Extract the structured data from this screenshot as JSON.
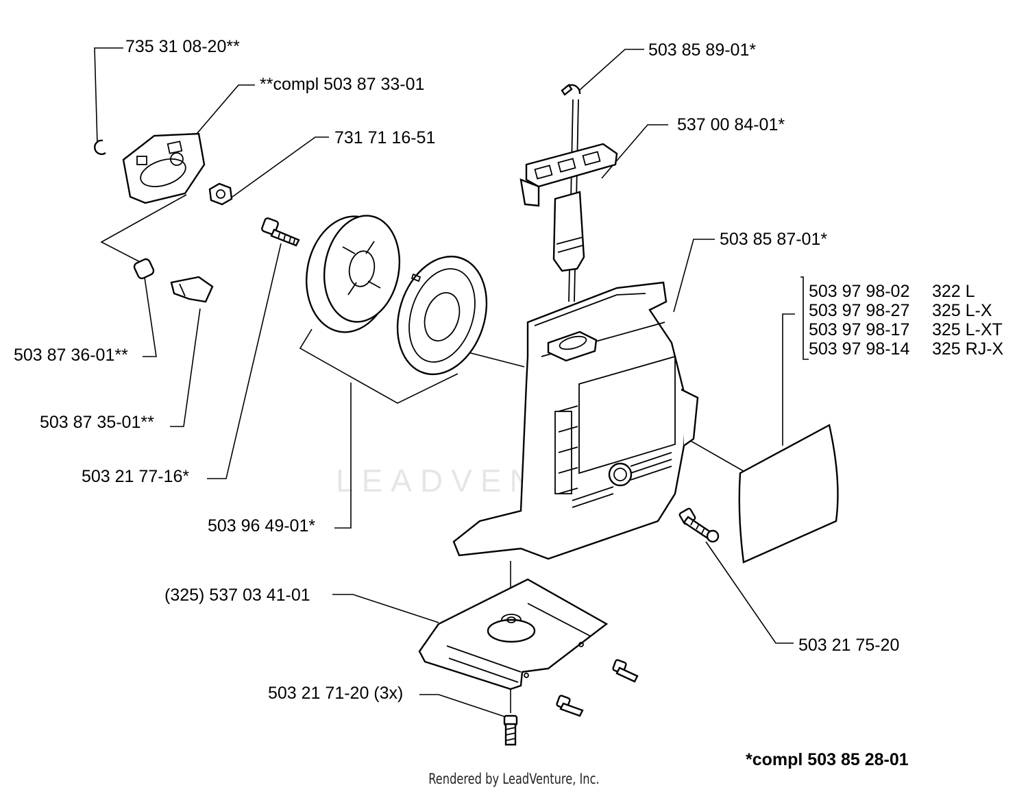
{
  "watermark": {
    "text": "LEADVENTURE"
  },
  "labels": {
    "p7353108": "735 31 08-20**",
    "compl503873301": "**compl 503 87 33-01",
    "p7317116": "731 71 16-51",
    "p503858901": "503 85 89-01*",
    "p537008401": "537 00 84-01*",
    "p503858701": "503 85 87-01*",
    "p503873601": "503 87 36-01**",
    "p503873501": "503 87 35-01**",
    "p503217716": "503 21 77-16*",
    "p503964901": "503 96 49-01*",
    "p537034101": "(325) 537 03 41-01",
    "p50321752": "503 21 75-20",
    "p50321712": "503 21 71-20 (3x)"
  },
  "decals": [
    {
      "part": "503 97 98-02",
      "model": "322 L"
    },
    {
      "part": "503 97 98-27",
      "model": "325 L-X"
    },
    {
      "part": "503 97 98-17",
      "model": "325 L-XT"
    },
    {
      "part": "503 97 98-14",
      "model": "325 RJ-X"
    }
  ],
  "note": "*compl 503 85 28-01",
  "footer": "Rendered by LeadVenture, Inc."
}
